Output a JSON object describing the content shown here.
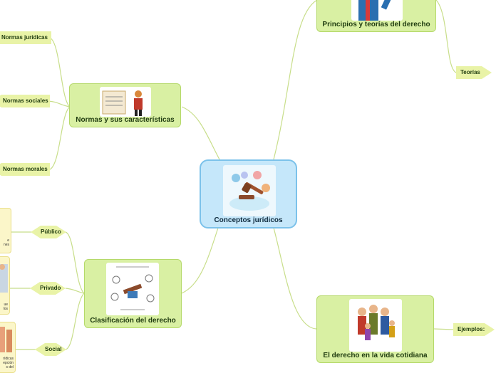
{
  "central": {
    "title": "Conceptos jurídicos"
  },
  "branches": {
    "normas": {
      "title": "Normas y sus características",
      "children": [
        "Normas jurídicas",
        "Normas sociales",
        "Normas morales"
      ]
    },
    "principios": {
      "title": "Principios y teorías del derecho",
      "children": [
        "Teorías"
      ]
    },
    "clasificacion": {
      "title": "Clasificación del derecho",
      "children": [
        "Público",
        "Privado",
        "Social"
      ]
    },
    "cotidiana": {
      "title": "El derecho en la vida cotidiana",
      "children": [
        "Ejemplos:"
      ]
    }
  },
  "edge_cards": [
    {
      "text": "e\nnes"
    },
    {
      "text": "ue\nlos"
    },
    {
      "text": "rídicas\nepción\ns del"
    }
  ],
  "colors": {
    "branch_fill": "#d9f0a3",
    "branch_border": "#b5d96a",
    "central_fill": "#c5e7fa",
    "central_border": "#7cc2ea",
    "connector": "#c8de8a"
  }
}
